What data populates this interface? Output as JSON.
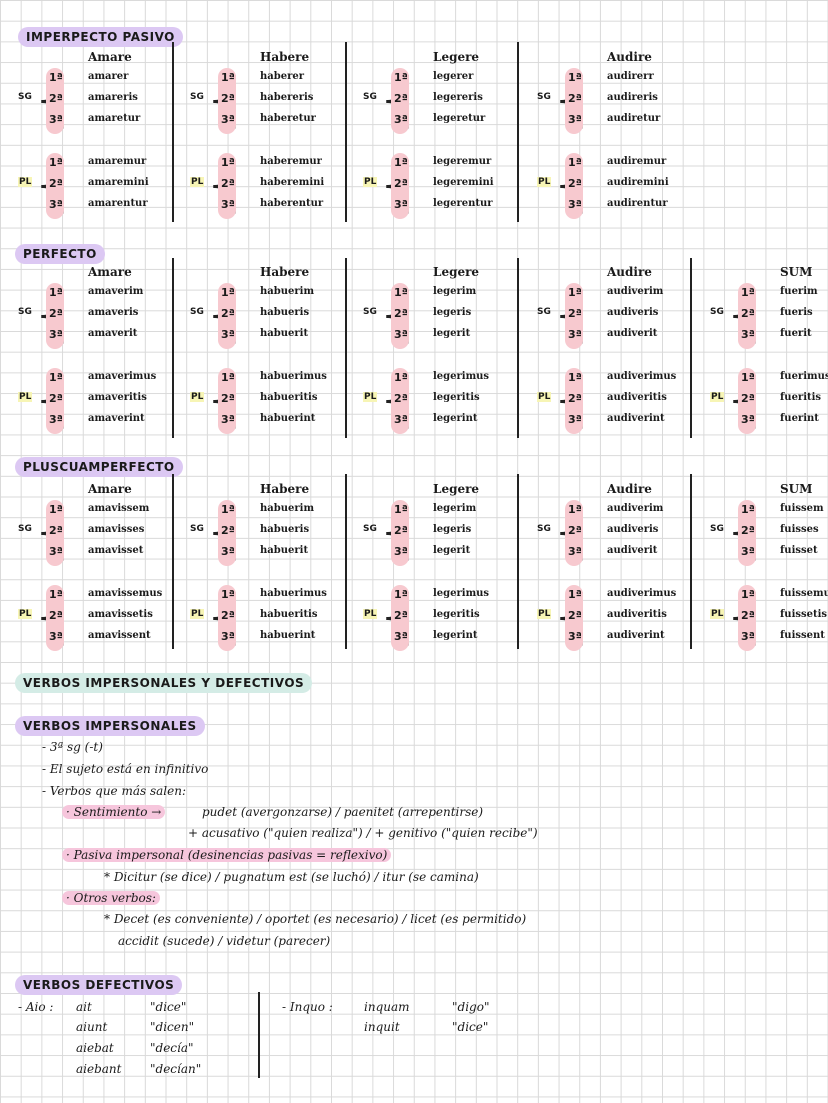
{
  "imperfecto": {
    "header": "IMPERPECTO PASIVO",
    "columns": [
      {
        "title": "Amare",
        "sg": [
          "amarer",
          "amareris",
          "amaretur"
        ],
        "pl": [
          "amaremur",
          "amaremini",
          "amarentur"
        ]
      },
      {
        "title": "Habere",
        "sg": [
          "haberer",
          "habereris",
          "haberetur"
        ],
        "pl": [
          "haberemur",
          "haberemini",
          "haberentur"
        ]
      },
      {
        "title": "Legere",
        "sg": [
          "legerer",
          "legereris",
          "legeretur"
        ],
        "pl": [
          "legeremur",
          "legeremini",
          "legerentur"
        ]
      },
      {
        "title": "Audire",
        "sg": [
          "audirerr",
          "audireris",
          "audiretur"
        ],
        "pl": [
          "audiremur",
          "audiremini",
          "audirentur"
        ]
      }
    ]
  },
  "perfecto": {
    "header": "PERFECTO",
    "columns": [
      {
        "title": "Amare",
        "sg": [
          "amaverim",
          "amaveris",
          "amaverit"
        ],
        "pl": [
          "amaverimus",
          "amaveritis",
          "amaverint"
        ]
      },
      {
        "title": "Habere",
        "sg": [
          "habuerim",
          "habueris",
          "habuerit"
        ],
        "pl": [
          "habuerimus",
          "habueritis",
          "habuerint"
        ]
      },
      {
        "title": "Legere",
        "sg": [
          "legerim",
          "legeris",
          "legerit"
        ],
        "pl": [
          "legerimus",
          "legeritis",
          "legerint"
        ]
      },
      {
        "title": "Audire",
        "sg": [
          "audiverim",
          "audiveris",
          "audiverit"
        ],
        "pl": [
          "audiverimus",
          "audiveritis",
          "audiverint"
        ]
      },
      {
        "title": "SUM",
        "sg": [
          "fuerim",
          "fueris",
          "fuerit"
        ],
        "pl": [
          "fuerimus",
          "fueritis",
          "fuerint"
        ]
      }
    ]
  },
  "pluscuamperfecto": {
    "header": "PLUSCUAMPERFECTO",
    "columns": [
      {
        "title": "Amare",
        "sg": [
          "amavissem",
          "amavisses",
          "amavisset"
        ],
        "pl": [
          "amavissemus",
          "amavissetis",
          "amavissent"
        ]
      },
      {
        "title": "Habere",
        "sg": [
          "habuerim",
          "habueris",
          "habuerit"
        ],
        "pl": [
          "habuerimus",
          "habueritis",
          "habuerint"
        ]
      },
      {
        "title": "Legere",
        "sg": [
          "legerim",
          "legeris",
          "legerit"
        ],
        "pl": [
          "legerimus",
          "legeritis",
          "legerint"
        ]
      },
      {
        "title": "Audire",
        "sg": [
          "audiverim",
          "audiveris",
          "audiverit"
        ],
        "pl": [
          "audiverimus",
          "audiveritis",
          "audiverint"
        ]
      },
      {
        "title": "SUM",
        "sg": [
          "fuissem",
          "fuisses",
          "fuisset"
        ],
        "pl": [
          "fuissemus",
          "fuissetis",
          "fuissent"
        ]
      }
    ]
  },
  "labels": {
    "sg": "SG",
    "pl": "PL",
    "nums": [
      "1ª",
      "2ª",
      "3ª"
    ]
  },
  "impersonales_title": "VERBOS IMPERSONALES Y DEFECTIVOS",
  "impersonales": {
    "header": "VERBOS IMPERSONALES",
    "lines": [
      "- 3ª sg (-t)",
      "- El sujeto está en infinitivo",
      "- Verbos que más salen:",
      "· Sentimiento →",
      "pudet (avergonzarse) / paenitet (arrepentirse)",
      "+ acusativo (\"quien realiza\") / + genitivo (\"quien recibe\")",
      "· Pasiva impersonal (desinencias pasivas = reflexivo)",
      "* Dicitur (se dice) / pugnatum est (se luchó) / itur (se camina)",
      "· Otros verbos:",
      "* Decet (es conveniente) / oportet (es necesario) / licet (es permitido)",
      "accidit (sucede) / videtur (parecer)"
    ]
  },
  "defectivos": {
    "header": "VERBOS DEFECTIVOS",
    "aio_label": "- Aio :",
    "aio": [
      [
        "ait",
        "\"dice\""
      ],
      [
        "aiunt",
        "\"dicen\""
      ],
      [
        "aiebat",
        "\"decía\""
      ],
      [
        "aiebant",
        "\"decían\""
      ]
    ],
    "inquo_label": "- Inquo :",
    "inquo": [
      [
        "inquam",
        "\"digo\""
      ],
      [
        "inquit",
        "\"dice\""
      ]
    ]
  }
}
